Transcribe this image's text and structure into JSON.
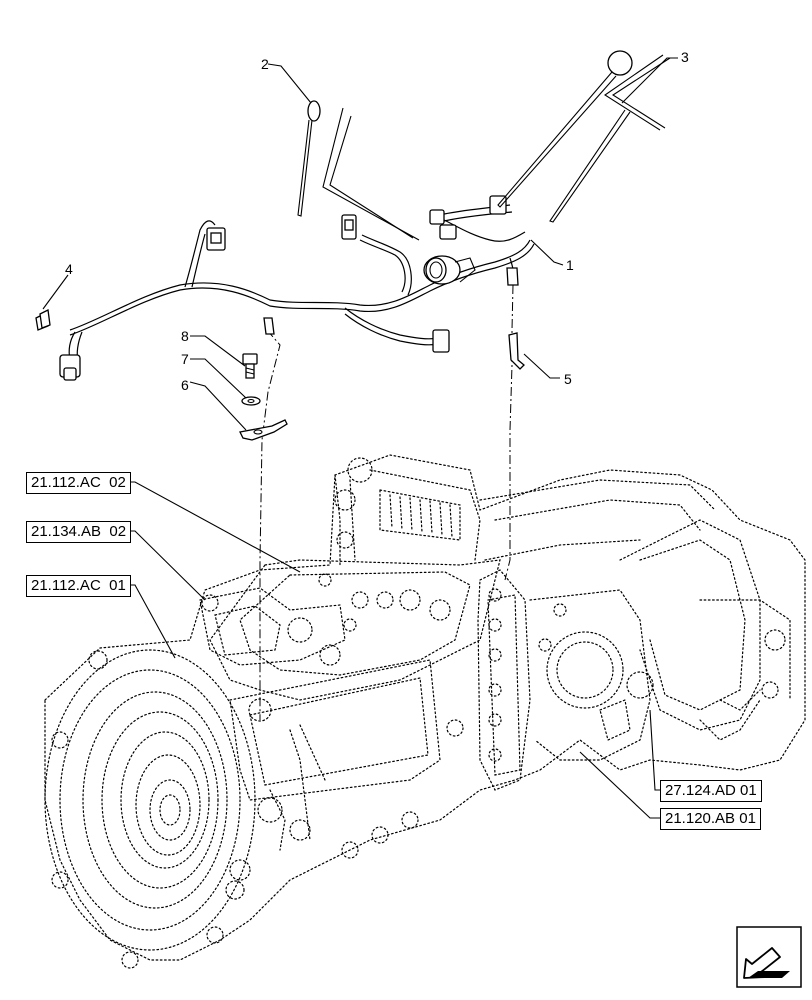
{
  "callouts": {
    "c1": "1",
    "c2": "2",
    "c3": "3",
    "c4": "4",
    "c5": "5",
    "c6": "6",
    "c7": "7",
    "c8": "8"
  },
  "references": {
    "ref_21_112_ac_02": "21.112.AC  02",
    "ref_21_134_ab_02": "21.134.AB  02",
    "ref_21_112_ac_01": "21.112.AC  01",
    "ref_27_124_ad_01": "27.124.AD 01",
    "ref_21_120_ab_01": "21.120.AB 01"
  },
  "nav": {
    "icon": "next-page-arrow-icon"
  }
}
